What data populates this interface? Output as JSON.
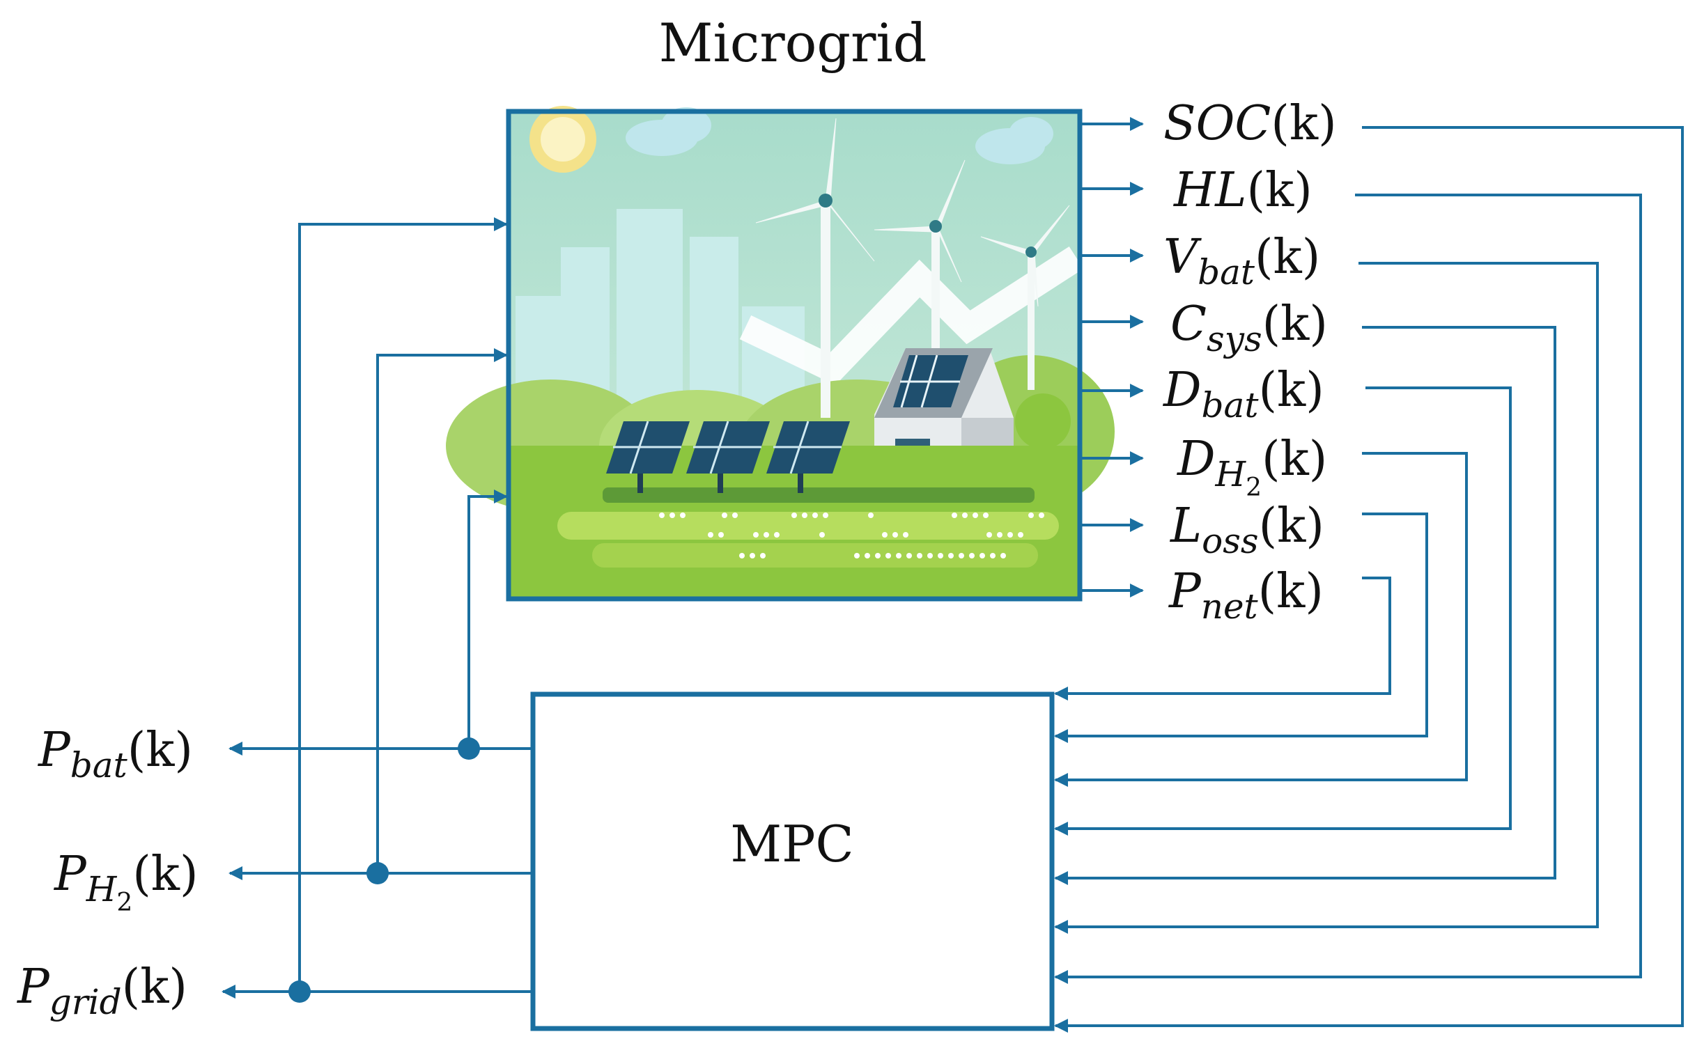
{
  "diagram": {
    "title": "Microgrid",
    "controller_label": "MPC",
    "outputs": [
      {
        "base": "SOC",
        "sub": "",
        "arg": "(k)"
      },
      {
        "base": "HL",
        "sub": "",
        "arg": "(k)"
      },
      {
        "base": "V",
        "sub": "bat",
        "arg": "(k)"
      },
      {
        "base": "C",
        "sub": "sys",
        "arg": "(k)"
      },
      {
        "base": "D",
        "sub": "bat",
        "arg": "(k)"
      },
      {
        "base": "D",
        "sub": "H",
        "subsub": "2",
        "arg": "(k)"
      },
      {
        "base": "L",
        "sub": "oss",
        "arg": "(k)"
      },
      {
        "base": "P",
        "sub": "net",
        "arg": "(k)"
      }
    ],
    "inputs": [
      {
        "base": "P",
        "sub": "bat",
        "arg": "(k)"
      },
      {
        "base": "P",
        "sub": "H",
        "subsub": "2",
        "arg": "(k)"
      },
      {
        "base": "P",
        "sub": "grid",
        "arg": "(k)"
      }
    ],
    "colors": {
      "wire": "#1a6fa0",
      "sky": "#9fd6c6",
      "grass": "#8cc63f",
      "panel": "#1f4f6e"
    }
  }
}
